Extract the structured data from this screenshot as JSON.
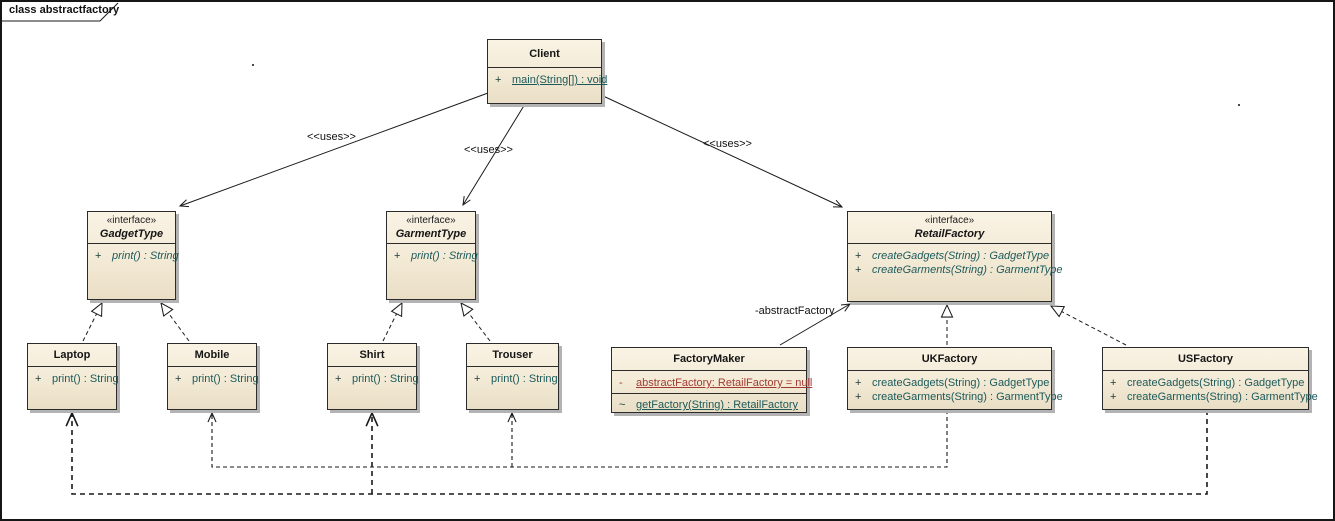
{
  "frame": {
    "label": "class abstractfactory"
  },
  "connector_labels": {
    "uses_gadget": "<<uses>>",
    "uses_garment": "<<uses>>",
    "uses_retail": "<<uses>>",
    "abstract_factory_role": "-abstractFactory"
  },
  "classes": {
    "client": {
      "name": "Client",
      "methods": [
        {
          "vis": "+",
          "sig": "main(String[]) : void"
        }
      ]
    },
    "gadget_type": {
      "stereotype": "«interface»",
      "name": "GadgetType",
      "methods": [
        {
          "vis": "+",
          "sig": "print() : String"
        }
      ]
    },
    "garment_type": {
      "stereotype": "«interface»",
      "name": "GarmentType",
      "methods": [
        {
          "vis": "+",
          "sig": "print() : String"
        }
      ]
    },
    "retail_factory": {
      "stereotype": "«interface»",
      "name": "RetailFactory",
      "methods": [
        {
          "vis": "+",
          "sig": "createGadgets(String) : GadgetType"
        },
        {
          "vis": "+",
          "sig": "createGarments(String) : GarmentType"
        }
      ]
    },
    "laptop": {
      "name": "Laptop",
      "methods": [
        {
          "vis": "+",
          "sig": "print() : String"
        }
      ]
    },
    "mobile": {
      "name": "Mobile",
      "methods": [
        {
          "vis": "+",
          "sig": "print() : String"
        }
      ]
    },
    "shirt": {
      "name": "Shirt",
      "methods": [
        {
          "vis": "+",
          "sig": "print() : String"
        }
      ]
    },
    "trouser": {
      "name": "Trouser",
      "methods": [
        {
          "vis": "+",
          "sig": "print() : String"
        }
      ]
    },
    "factory_maker": {
      "name": "FactoryMaker",
      "attributes": [
        {
          "vis": "-",
          "sig": "abstractFactory:  RetailFactory = null"
        }
      ],
      "methods": [
        {
          "vis": "~",
          "sig": "getFactory(String) : RetailFactory"
        }
      ]
    },
    "uk_factory": {
      "name": "UKFactory",
      "methods": [
        {
          "vis": "+",
          "sig": "createGadgets(String) : GadgetType"
        },
        {
          "vis": "+",
          "sig": "createGarments(String) : GarmentType"
        }
      ]
    },
    "us_factory": {
      "name": "USFactory",
      "methods": [
        {
          "vis": "+",
          "sig": "createGadgets(String) : GadgetType"
        },
        {
          "vis": "+",
          "sig": "createGarments(String) : GarmentType"
        }
      ]
    }
  },
  "relationships": [
    {
      "from": "Client",
      "to": "GadgetType",
      "type": "dependency",
      "label": "<<uses>>"
    },
    {
      "from": "Client",
      "to": "GarmentType",
      "type": "dependency",
      "label": "<<uses>>"
    },
    {
      "from": "Client",
      "to": "RetailFactory",
      "type": "dependency",
      "label": "<<uses>>"
    },
    {
      "from": "FactoryMaker",
      "to": "RetailFactory",
      "type": "association",
      "label": "-abstractFactory"
    },
    {
      "from": "Laptop",
      "to": "GadgetType",
      "type": "realization"
    },
    {
      "from": "Mobile",
      "to": "GadgetType",
      "type": "realization"
    },
    {
      "from": "Shirt",
      "to": "GarmentType",
      "type": "realization"
    },
    {
      "from": "Trouser",
      "to": "GarmentType",
      "type": "realization"
    },
    {
      "from": "UKFactory",
      "to": "RetailFactory",
      "type": "realization"
    },
    {
      "from": "USFactory",
      "to": "RetailFactory",
      "type": "realization"
    },
    {
      "from": "UKFactory",
      "to": "Mobile",
      "type": "dependency"
    },
    {
      "from": "UKFactory",
      "to": "Trouser",
      "type": "dependency"
    },
    {
      "from": "USFactory",
      "to": "Laptop",
      "type": "dependency"
    },
    {
      "from": "USFactory",
      "to": "Shirt",
      "type": "dependency"
    }
  ],
  "colors": {
    "box_fill_top": "#f9f3e4",
    "box_fill_bottom": "#e9dec5",
    "box_border": "#2b2b2b",
    "shadow": "#b3b3b3",
    "method_text": "#1c5a5a",
    "attribute_red": "#a03b32"
  }
}
